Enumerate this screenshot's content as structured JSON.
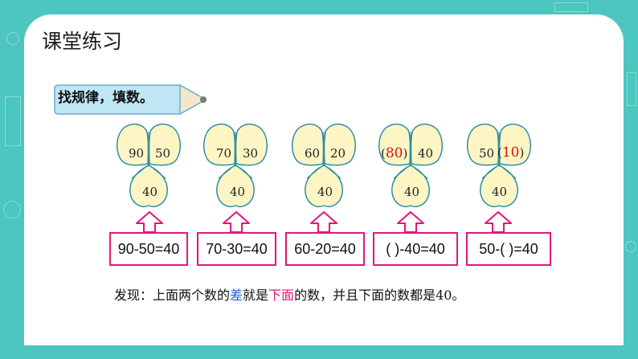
{
  "title": "课堂练习",
  "instruction": "找规律，填数。",
  "clovers": [
    {
      "left": "90",
      "right": "50",
      "bottom": "40"
    },
    {
      "left": "70",
      "right": "30",
      "bottom": "40"
    },
    {
      "left": "60",
      "right": "20",
      "bottom": "40"
    },
    {
      "left_paren_open": "(",
      "left": "80",
      "left_paren_close": ")",
      "right": "40",
      "bottom": "40"
    },
    {
      "left": "50",
      "right_paren_open": "(",
      "right": "10",
      "right_paren_close": ")",
      "bottom": "40"
    }
  ],
  "equations": [
    "90-50=40",
    "70-30=40",
    "60-20=40",
    "( )-40=40",
    "50-( )=40"
  ],
  "finding": {
    "part1": "发现：上面两个数的",
    "highlight1": "差",
    "part2": "就是",
    "highlight2": "下面",
    "part3": "的数，并且下面的数都是40。"
  },
  "colors": {
    "background": "#4cc6bf",
    "clover_fill": "#fdf6c4",
    "clover_stroke": "#2f8fa3",
    "box_border": "#e6157a",
    "answer_red": "#e01010",
    "highlight_blue": "#1f5fd6",
    "highlight_pink": "#e6157a"
  }
}
